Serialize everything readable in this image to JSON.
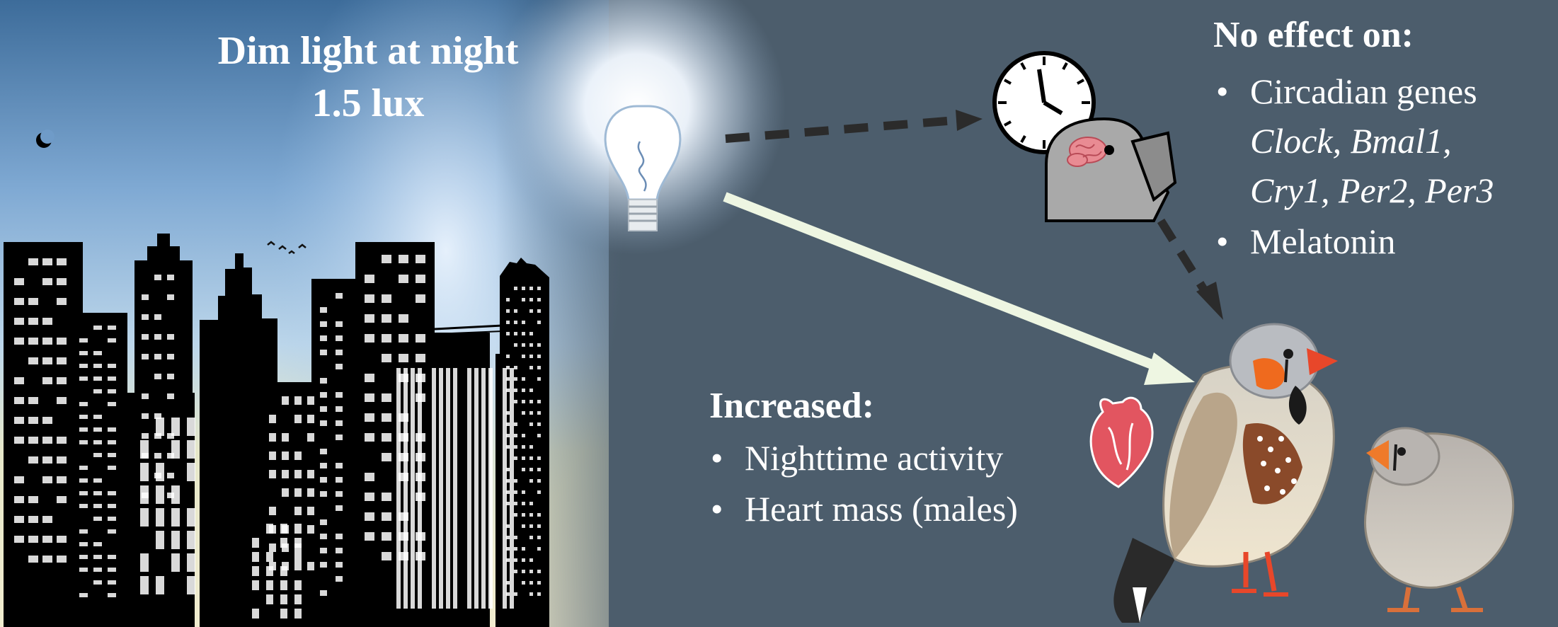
{
  "title": {
    "line1": "Dim light at night",
    "line2": "1.5 lux"
  },
  "no_effect": {
    "header": "No effect on:",
    "items": [
      {
        "label": "Circadian genes",
        "genes_line1": "Clock, Bmal1,",
        "genes_line2": "Cry1, Per2, Per3"
      },
      {
        "label": "Melatonin"
      }
    ]
  },
  "increased": {
    "header": "Increased:",
    "items": [
      "Nighttime activity",
      "Heart mass (males)"
    ]
  },
  "bullet_glyph": "•",
  "colors": {
    "panel_bg": "#4c5d6c",
    "sky_top": "#3f6f9e",
    "sky_mid": "#9fc3e6",
    "sky_horizon": "#e9e6c4",
    "light_glow": "#ffffff",
    "arrow_light": "#eef6e2",
    "arrow_dark": "#2b2b2b",
    "city": "#000000",
    "window": "#ffffff",
    "beak": "#e8472a",
    "cheek": "#ef6a1e"
  },
  "icons": [
    "moon-icon",
    "birds-icon",
    "light-bulb-icon",
    "clock-icon",
    "bird-head-icon",
    "brain-icon",
    "heart-icon",
    "male-zebra-finch-icon",
    "female-zebra-finch-icon"
  ]
}
